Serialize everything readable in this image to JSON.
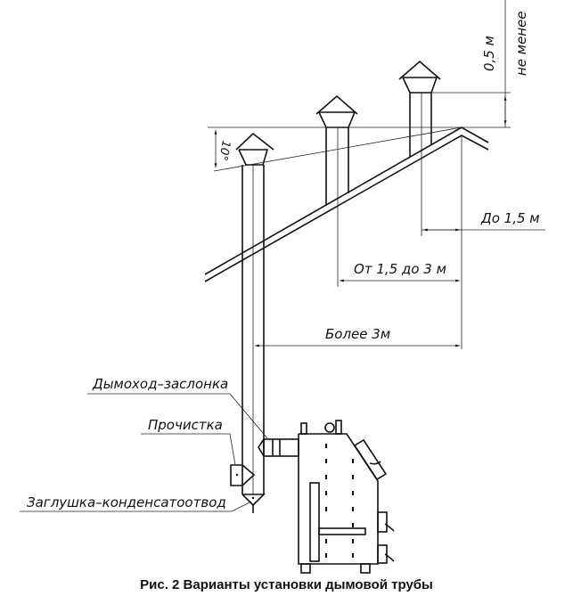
{
  "dimensions": {
    "min_height_line1": "0,5 м",
    "min_height_line2": "не менее",
    "angle": "10°",
    "up_to_1_5": "До 1,5 м",
    "from_1_5_to_3": "От 1,5 до 3 м",
    "more_than_3": "Более 3м"
  },
  "labels": {
    "damper": "Дымоход–заслонка",
    "cleanout": "Прочистка",
    "condensate_plug": "Заглушка–конденсатоотвод"
  },
  "caption": "Рис. 2 Варианты установки дымовой трубы"
}
